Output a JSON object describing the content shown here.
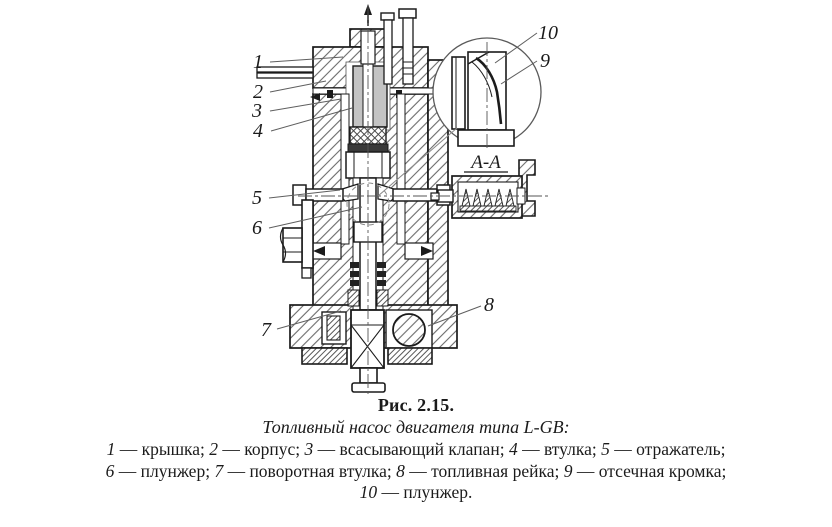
{
  "figure": {
    "caption": "Рис. 2.15.",
    "subtitle": "Топливный насос двигателя типа L-GB:",
    "section_label": "A-A",
    "callouts": {
      "c1": "1",
      "c2": "2",
      "c3": "3",
      "c4": "4",
      "c5": "5",
      "c6": "6",
      "c7": "7",
      "c8": "8",
      "c9": "9",
      "c10": "10"
    }
  },
  "legend": {
    "dash": "—",
    "separator": "; ",
    "lines": [
      {
        "eol": ";",
        "items": [
          {
            "num": "1",
            "label": "крышка"
          },
          {
            "num": "2",
            "label": "корпус"
          },
          {
            "num": "3",
            "label": "всасывающий клапан"
          },
          {
            "num": "4",
            "label": "втулка"
          },
          {
            "num": "5",
            "label": "отражатель"
          }
        ]
      },
      {
        "eol": ";",
        "items": [
          {
            "num": "6",
            "label": "плунжер"
          },
          {
            "num": "7",
            "label": "поворотная втулка"
          },
          {
            "num": "8",
            "label": "топливная рейка"
          },
          {
            "num": "9",
            "label": "отсечная кромка"
          }
        ]
      },
      {
        "eol": ".",
        "items": [
          {
            "num": "10",
            "label": "плунжер"
          }
        ]
      }
    ]
  },
  "colors": {
    "ink": "#1b1b1b",
    "hatch": "#6b6b6b",
    "metal_gray": "#c3c3c3",
    "paper": "#ffffff"
  }
}
